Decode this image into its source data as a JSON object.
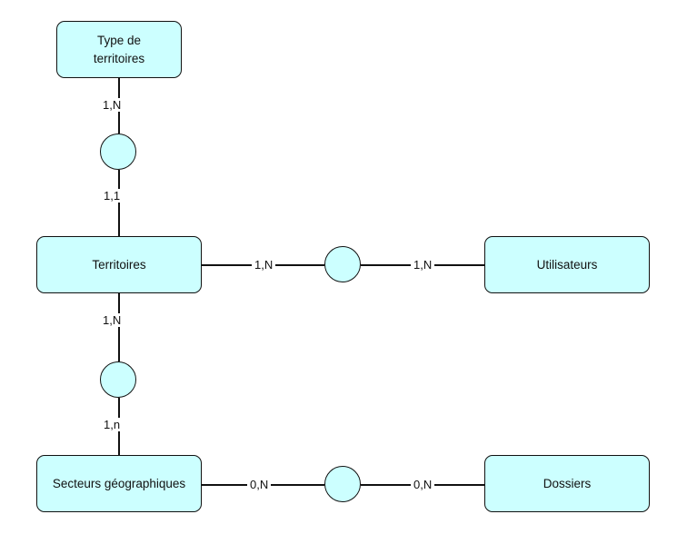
{
  "diagram": {
    "type": "merise-entity-relationship",
    "background_color": "#ffffff",
    "entity_fill_color": "#ccffff",
    "entity_border_color": "#111111",
    "entities": [
      {
        "id": "type-de-territoires",
        "label": "Type de\nterritoires"
      },
      {
        "id": "territoires",
        "label": "Territoires"
      },
      {
        "id": "utilisateurs",
        "label": "Utilisateurs"
      },
      {
        "id": "secteurs-geographiques",
        "label": "Secteurs géographiques"
      },
      {
        "id": "dossiers",
        "label": "Dossiers"
      }
    ],
    "relationships": [
      {
        "id": "type-territoires-to-territoires",
        "from": "type-de-territoires",
        "to": "territoires",
        "from_cardinality": "1,N",
        "to_cardinality": "1,1"
      },
      {
        "id": "territoires-to-utilisateurs",
        "from": "territoires",
        "to": "utilisateurs",
        "from_cardinality": "1,N",
        "to_cardinality": "1,N"
      },
      {
        "id": "territoires-to-secteurs",
        "from": "territoires",
        "to": "secteurs-geographiques",
        "from_cardinality": "1,N",
        "to_cardinality": "1,n"
      },
      {
        "id": "secteurs-to-dossiers",
        "from": "secteurs-geographiques",
        "to": "dossiers",
        "from_cardinality": "0,N",
        "to_cardinality": "0,N"
      }
    ]
  }
}
